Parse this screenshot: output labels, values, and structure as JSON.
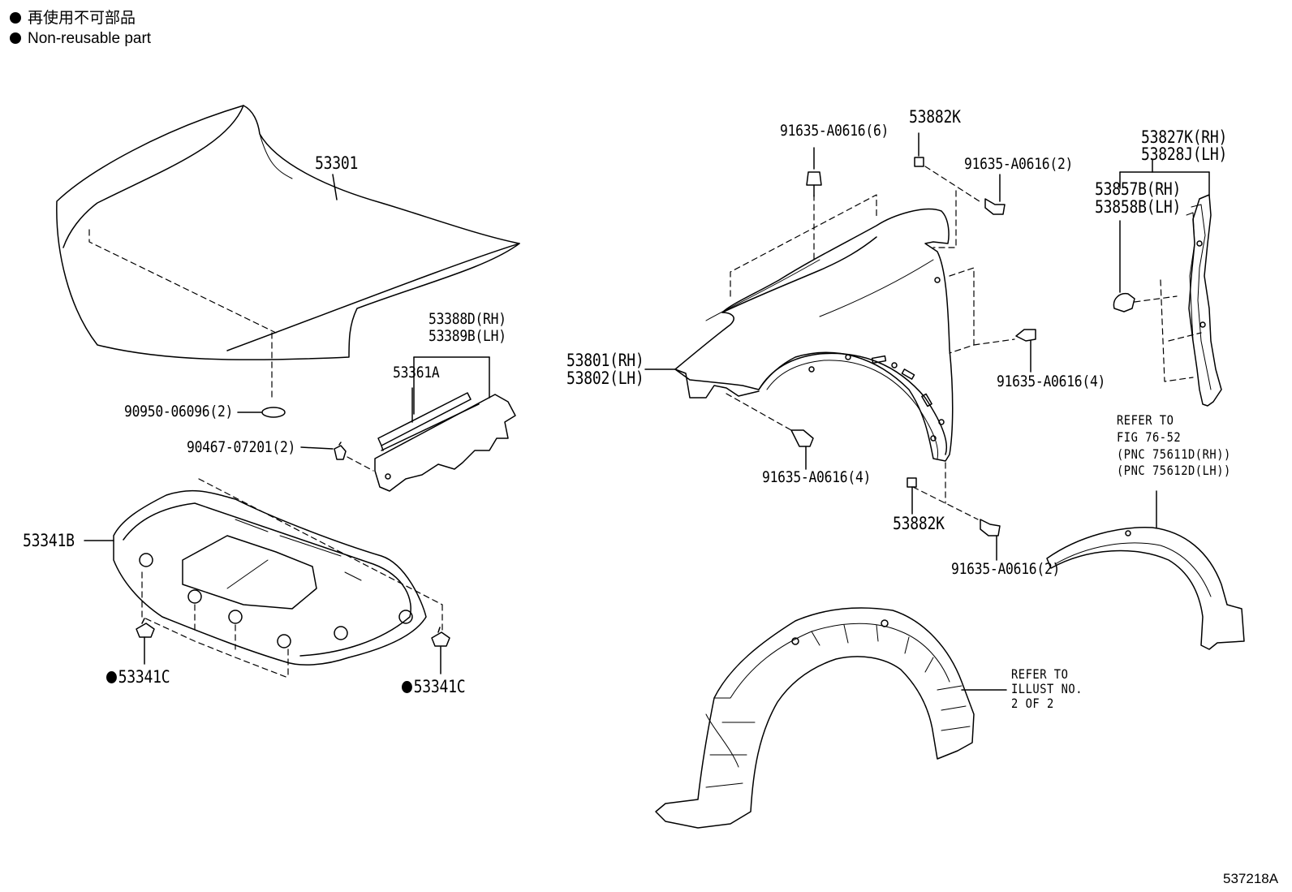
{
  "legend": {
    "line_jp": "再使用不可部品",
    "line_en": "Non-reusable part"
  },
  "labels": {
    "hood": "53301",
    "hood_seal_rh": "53388D(RH)",
    "hood_seal_lh": "53389B(LH)",
    "hood_seal_center": "53361A",
    "hood_cushion": "90950-06096(2)",
    "clip_top": "90467-07201(2)",
    "insulator": "53341B",
    "clip_left": "53341C",
    "clip_right": "53341C",
    "fender_rh": "53801(RH)",
    "fender_lh": "53802(LH)",
    "bolt_top": "91635-A0616(6)",
    "nut_top": "53882K",
    "bolt_top_right": "91635-A0616(2)",
    "bracket_rh": "53827K(RH)",
    "bracket_lh": "53828J(LH)",
    "seal_rh": "53857B(RH)",
    "seal_lh": "53858B(LH)",
    "bolt_mid_right": "91635-A0616(4)",
    "bolt_bottom": "91635-A0616(4)",
    "nut_bottom": "53882K",
    "bolt_bottom_right": "91635-A0616(2)",
    "ref_fig_1": "REFER TO",
    "ref_fig_2": "FIG 76-52",
    "ref_fig_3": "(PNC 75611D(RH))",
    "ref_fig_4": "(PNC 75612D(LH))",
    "ref_illust_1": "REFER TO",
    "ref_illust_2": "ILLUST NO.",
    "ref_illust_3": "2 OF 2"
  },
  "diagram_ref": "537218A"
}
